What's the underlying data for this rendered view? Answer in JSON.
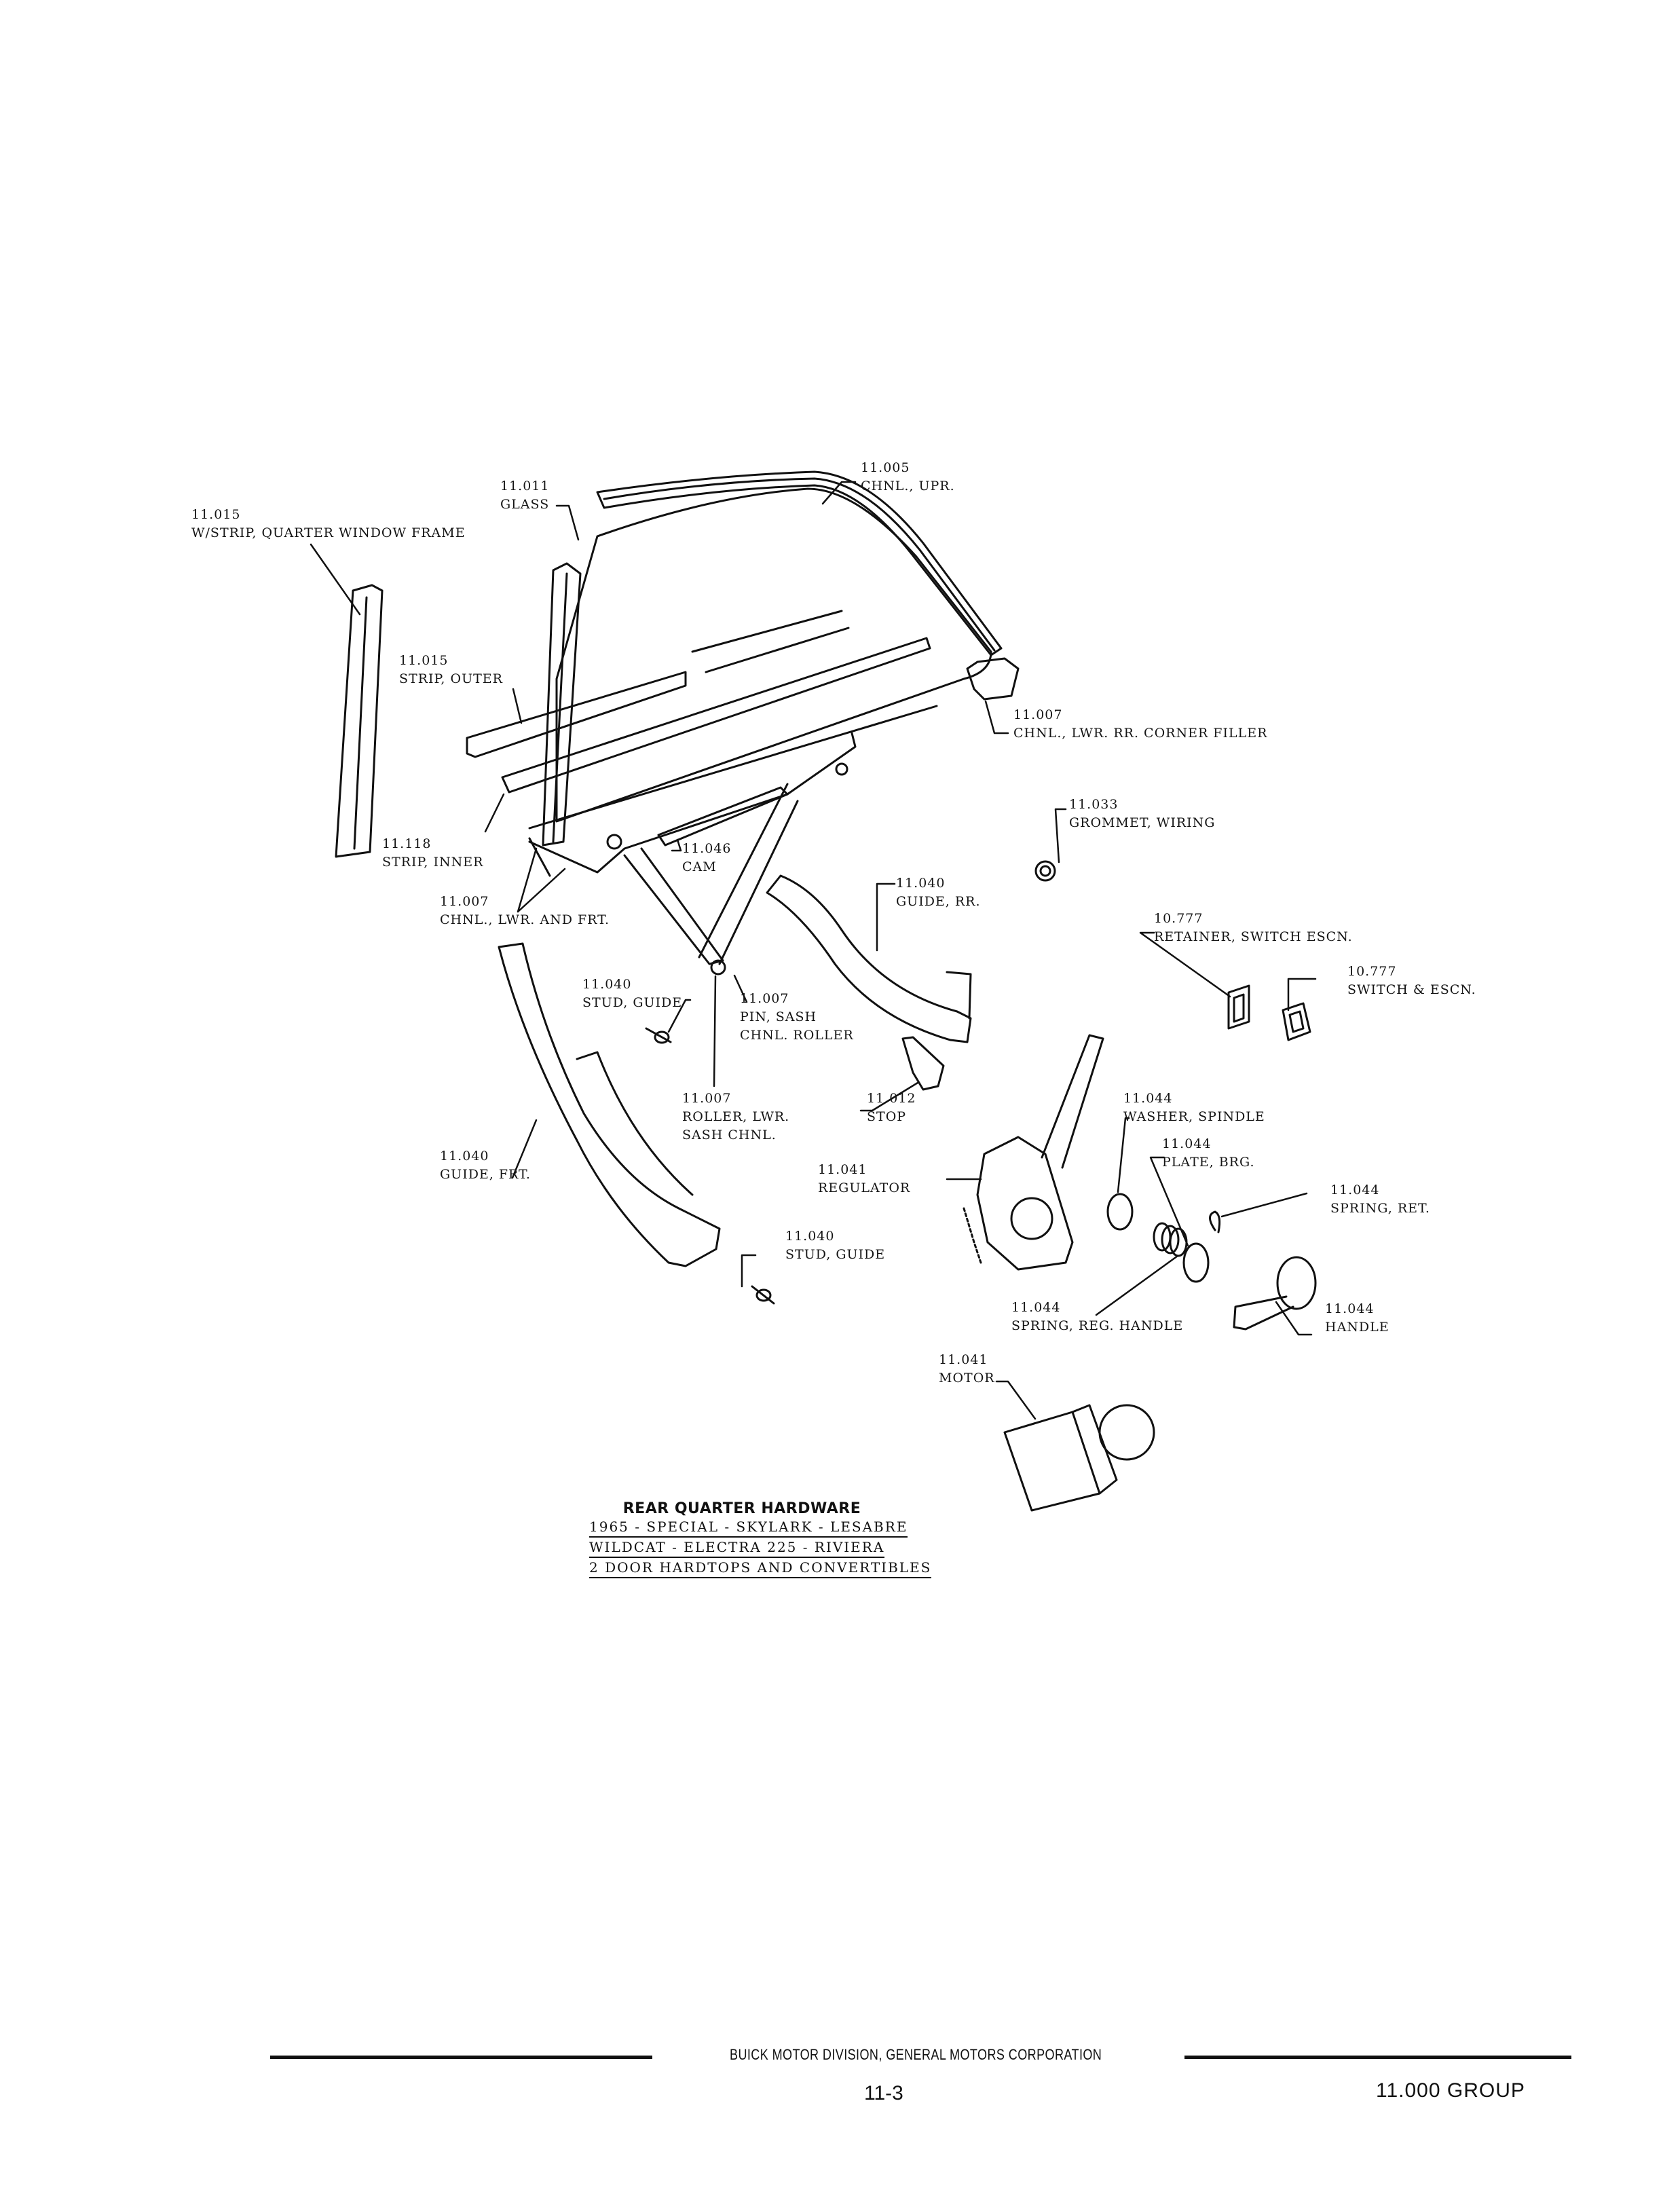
{
  "diagram": {
    "title": "REAR QUARTER HARDWARE",
    "subtitle_lines": [
      "1965 - SPECIAL - SKYLARK - LESABRE",
      "WILDCAT - ELECTRA 225 - RIVIERA",
      "2 DOOR HARDTOPS AND CONVERTIBLES"
    ],
    "callouts": [
      {
        "num": "11.015",
        "name": "W/STRIP, QUARTER WINDOW FRAME"
      },
      {
        "num": "11.011",
        "name": "GLASS"
      },
      {
        "num": "11.005",
        "name": "CHNL., UPR."
      },
      {
        "num": "11.015",
        "name": "STRIP, OUTER"
      },
      {
        "num": "11.007",
        "name": "CHNL., LWR. RR. CORNER FILLER"
      },
      {
        "num": "11.118",
        "name": "STRIP, INNER"
      },
      {
        "num": "11.033",
        "name": "GROMMET, WIRING"
      },
      {
        "num": "11.046",
        "name": "CAM"
      },
      {
        "num": "11.040",
        "name": "GUIDE, RR."
      },
      {
        "num": "11.007",
        "name": "CHNL., LWR. AND FRT."
      },
      {
        "num": "10.777",
        "name": "RETAINER, SWITCH ESCN."
      },
      {
        "num": "10.777",
        "name": "SWITCH & ESCN."
      },
      {
        "num": "11.040",
        "name": "STUD, GUIDE"
      },
      {
        "num": "11.007",
        "name": "PIN, SASH",
        "name2": "CHNL. ROLLER"
      },
      {
        "num": "11.007",
        "name": "ROLLER, LWR.",
        "name2": "SASH CHNL."
      },
      {
        "num": "11.012",
        "name": "STOP"
      },
      {
        "num": "11.044",
        "name": "WASHER, SPINDLE"
      },
      {
        "num": "11.044",
        "name": "PLATE, BRG."
      },
      {
        "num": "11.040",
        "name": "GUIDE, FRT."
      },
      {
        "num": "11.041",
        "name": "REGULATOR"
      },
      {
        "num": "11.044",
        "name": "SPRING, RET."
      },
      {
        "num": "11.040",
        "name": "STUD, GUIDE"
      },
      {
        "num": "11.044",
        "name": "SPRING, REG. HANDLE"
      },
      {
        "num": "11.044",
        "name": "HANDLE"
      },
      {
        "num": "11.041",
        "name": "MOTOR"
      }
    ]
  },
  "footer": {
    "publisher": "BUICK MOTOR DIVISION, GENERAL MOTORS CORPORATION",
    "page_number": "11-3",
    "group": "11.000 GROUP"
  }
}
